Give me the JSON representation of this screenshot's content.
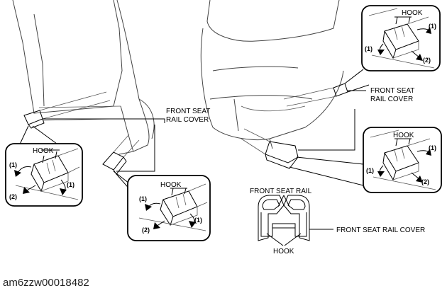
{
  "callouts": {
    "front_seat_rail_cover": [
      "FRONT SEAT",
      "RAIL COVER"
    ],
    "front_seat_rail_cover_right": [
      "FRONT SEAT",
      "RAIL COVER"
    ]
  },
  "insets": {
    "hook": "HOOK",
    "step1": "(1)",
    "step2": "(2)"
  },
  "cross_section": {
    "top_label": "FRONT SEAT RAIL",
    "right_label": "FRONT SEAT RAIL COVER",
    "bottom_label": "HOOK"
  },
  "figure_id": "am6zzw00018482"
}
